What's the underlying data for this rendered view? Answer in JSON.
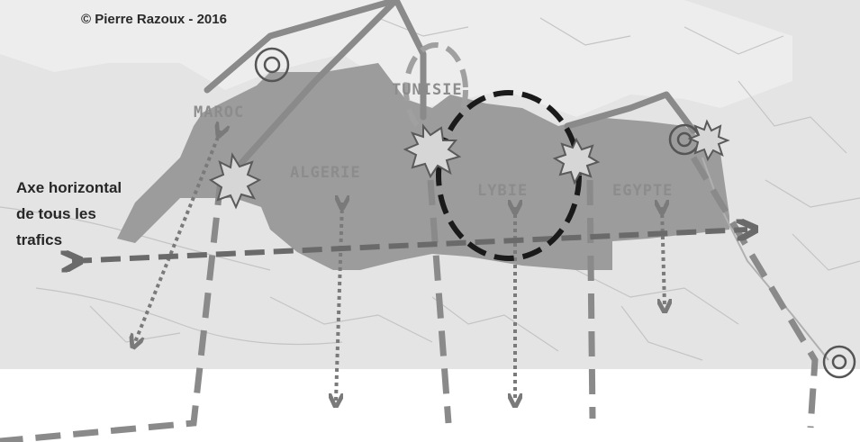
{
  "copyright": "© Pierre Razoux - 2016",
  "countries": [
    {
      "id": "maroc",
      "label": "MAROC"
    },
    {
      "id": "algerie",
      "label": "ALGERIE"
    },
    {
      "id": "tunisie",
      "label": "TUNISIE"
    },
    {
      "id": "lybie",
      "label": "LYBIE"
    },
    {
      "id": "egypte",
      "label": "EGYPTE"
    }
  ],
  "legend": {
    "axis_line1": "Axe horizontal",
    "axis_line2": "de tous les",
    "axis_line3": "trafics"
  },
  "colors": {
    "background": "#ffffff",
    "land": "#e2e2e2",
    "region": "#9a9a9a",
    "route_gray": "#8a8a8a",
    "route_dark": "#6a6a6a",
    "circle_black": "#1a1a1a"
  }
}
